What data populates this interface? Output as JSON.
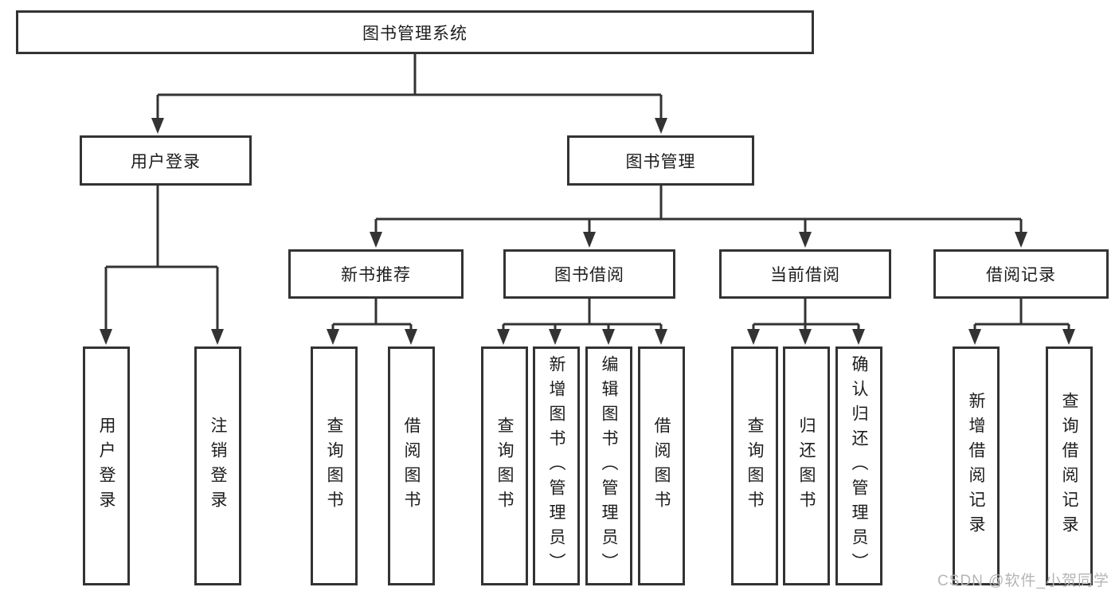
{
  "palette": {
    "line": "#333333",
    "text": "#1c1c1c",
    "background": "#ffffff",
    "watermark_color": "#b5b5b8"
  },
  "nodes": {
    "root": "图书管理系统",
    "user_login": "用户登录",
    "book_management": "图书管理",
    "new_book_recommend": "新书推荐",
    "book_borrow": "图书借阅",
    "current_borrow": "当前借阅",
    "borrow_record": "借阅记录"
  },
  "leaves": {
    "user_login": [
      "用户登录",
      "注销登录"
    ],
    "new_book_recommend": [
      "查询图书",
      "借阅图书"
    ],
    "book_borrow": [
      "查询图书",
      "新增图书（管理员）",
      "编辑图书（管理员）",
      "借阅图书"
    ],
    "current_borrow": [
      "查询图书",
      "归还图书",
      "确认归还（管理员）"
    ],
    "borrow_record": [
      "新增借阅记录",
      "查询借阅记录"
    ]
  },
  "watermark": {
    "text": "CSDN @软件_小贺同学"
  }
}
